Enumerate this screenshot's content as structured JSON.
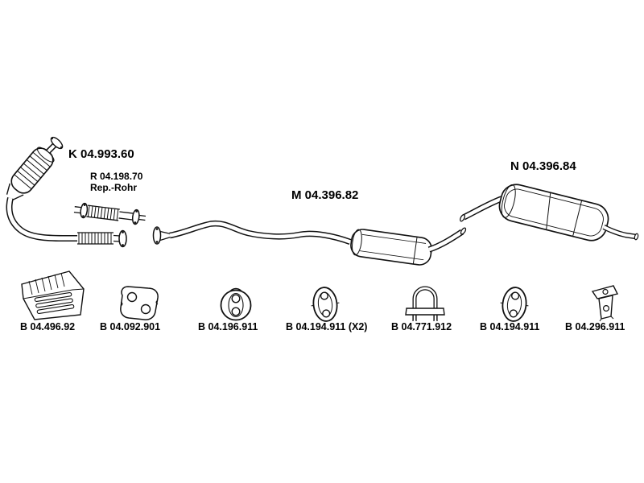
{
  "diagram": {
    "type": "car-exhaust-system-parts-diagram",
    "background_color": "#ffffff",
    "line_color": "#111111",
    "main_parts": {
      "catalytic_converter": {
        "label": "K 04.993.60"
      },
      "repair_pipe": {
        "label": "R 04.198.70",
        "sublabel": "Rep.-Rohr"
      },
      "middle_silencer": {
        "label": "M 04.396.82"
      },
      "rear_silencer": {
        "label": "N 04.396.84"
      }
    },
    "mounting_parts": [
      {
        "name": "heat-shield",
        "label": "B 04.496.92"
      },
      {
        "name": "rubber-mount-plate",
        "label": "B 04.092.901"
      },
      {
        "name": "rubber-ring-hanger",
        "label": "B 04.196.911"
      },
      {
        "name": "oval-rubber-hanger",
        "label": "B 04.194.911 (X2)"
      },
      {
        "name": "pipe-clamp",
        "label": "B 04.771.912"
      },
      {
        "name": "oval-rubber-hanger-2",
        "label": "B 04.194.911"
      },
      {
        "name": "mounting-bracket",
        "label": "B 04.296.911"
      }
    ]
  }
}
